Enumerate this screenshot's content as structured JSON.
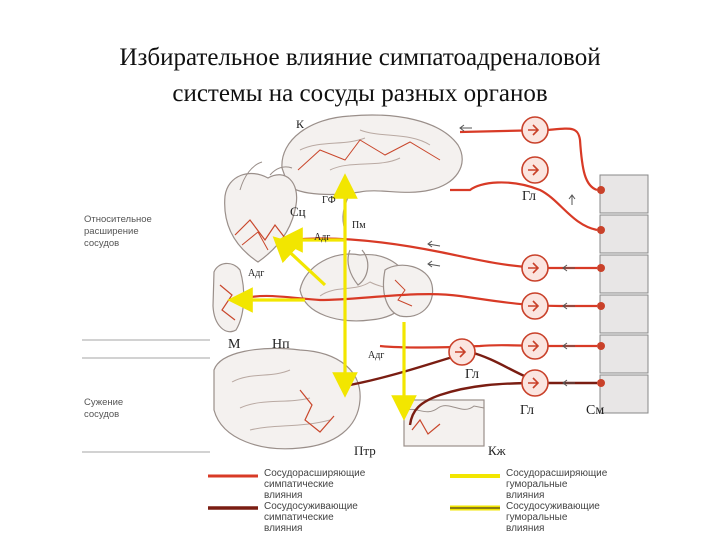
{
  "title": {
    "line1": "Избирательное влияние симпатоадреналовой",
    "line2": "системы на сосуды разных органов"
  },
  "side_labels": {
    "dilation": [
      "Относительное",
      "расширение",
      "сосудов"
    ],
    "constriction": [
      "Сужение",
      "сосудов"
    ]
  },
  "organ_labels": {
    "K": "К",
    "Sc": "Сц",
    "Gf": "ГФ",
    "Pm": "Пм",
    "Adg_top": "Адг",
    "Adg_left": "Адг",
    "Adg_mid": "Адг",
    "M": "М",
    "Np": "Нп",
    "Gl_top": "Гл",
    "Gl_mid": "Гл",
    "Gl_bot": "Гл",
    "Sm": "См",
    "Ptr": "Птр",
    "Kzh": "Кж"
  },
  "legend": {
    "red_thin": [
      "Сосудорасширяющие",
      "симпатические",
      "влияния"
    ],
    "yellow": [
      "Сосудорасширяющие",
      "гуморальные",
      "влияния"
    ],
    "dark_red": [
      "Сосудосуживающие",
      "симпатические",
      "влияния"
    ],
    "yellow_dark": [
      "Сосудосуживающие",
      "гуморальные",
      "влияния"
    ]
  },
  "colors": {
    "red": "#d83a26",
    "dark_red": "#7a1d12",
    "yellow": "#f2e600",
    "vessel": "#c9472c",
    "organ_fill": "#f4f1ef",
    "organ_stroke": "#9a8f8a",
    "ganglion": "#c9412a"
  }
}
